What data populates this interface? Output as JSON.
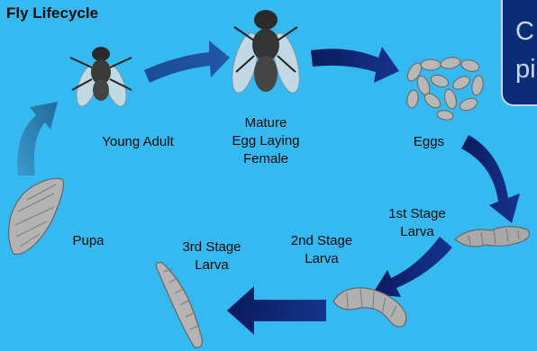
{
  "title": "Fly Lifecycle",
  "callout_text": "C\npi",
  "stages": {
    "young_adult": "Young Adult",
    "mature_female": "Mature\nEgg Laying\nFemale",
    "eggs": "Eggs",
    "first_larva": "1st Stage\nLarva",
    "second_larva": "2nd Stage\nLarva",
    "third_larva": "3rd Stage\nLarva",
    "pupa": "Pupa"
  },
  "colors": {
    "background": "#34b9f0",
    "arrow_dark": "#0d1f6e",
    "arrow_light": "#2e86b8",
    "callout": "#0d2c78"
  }
}
